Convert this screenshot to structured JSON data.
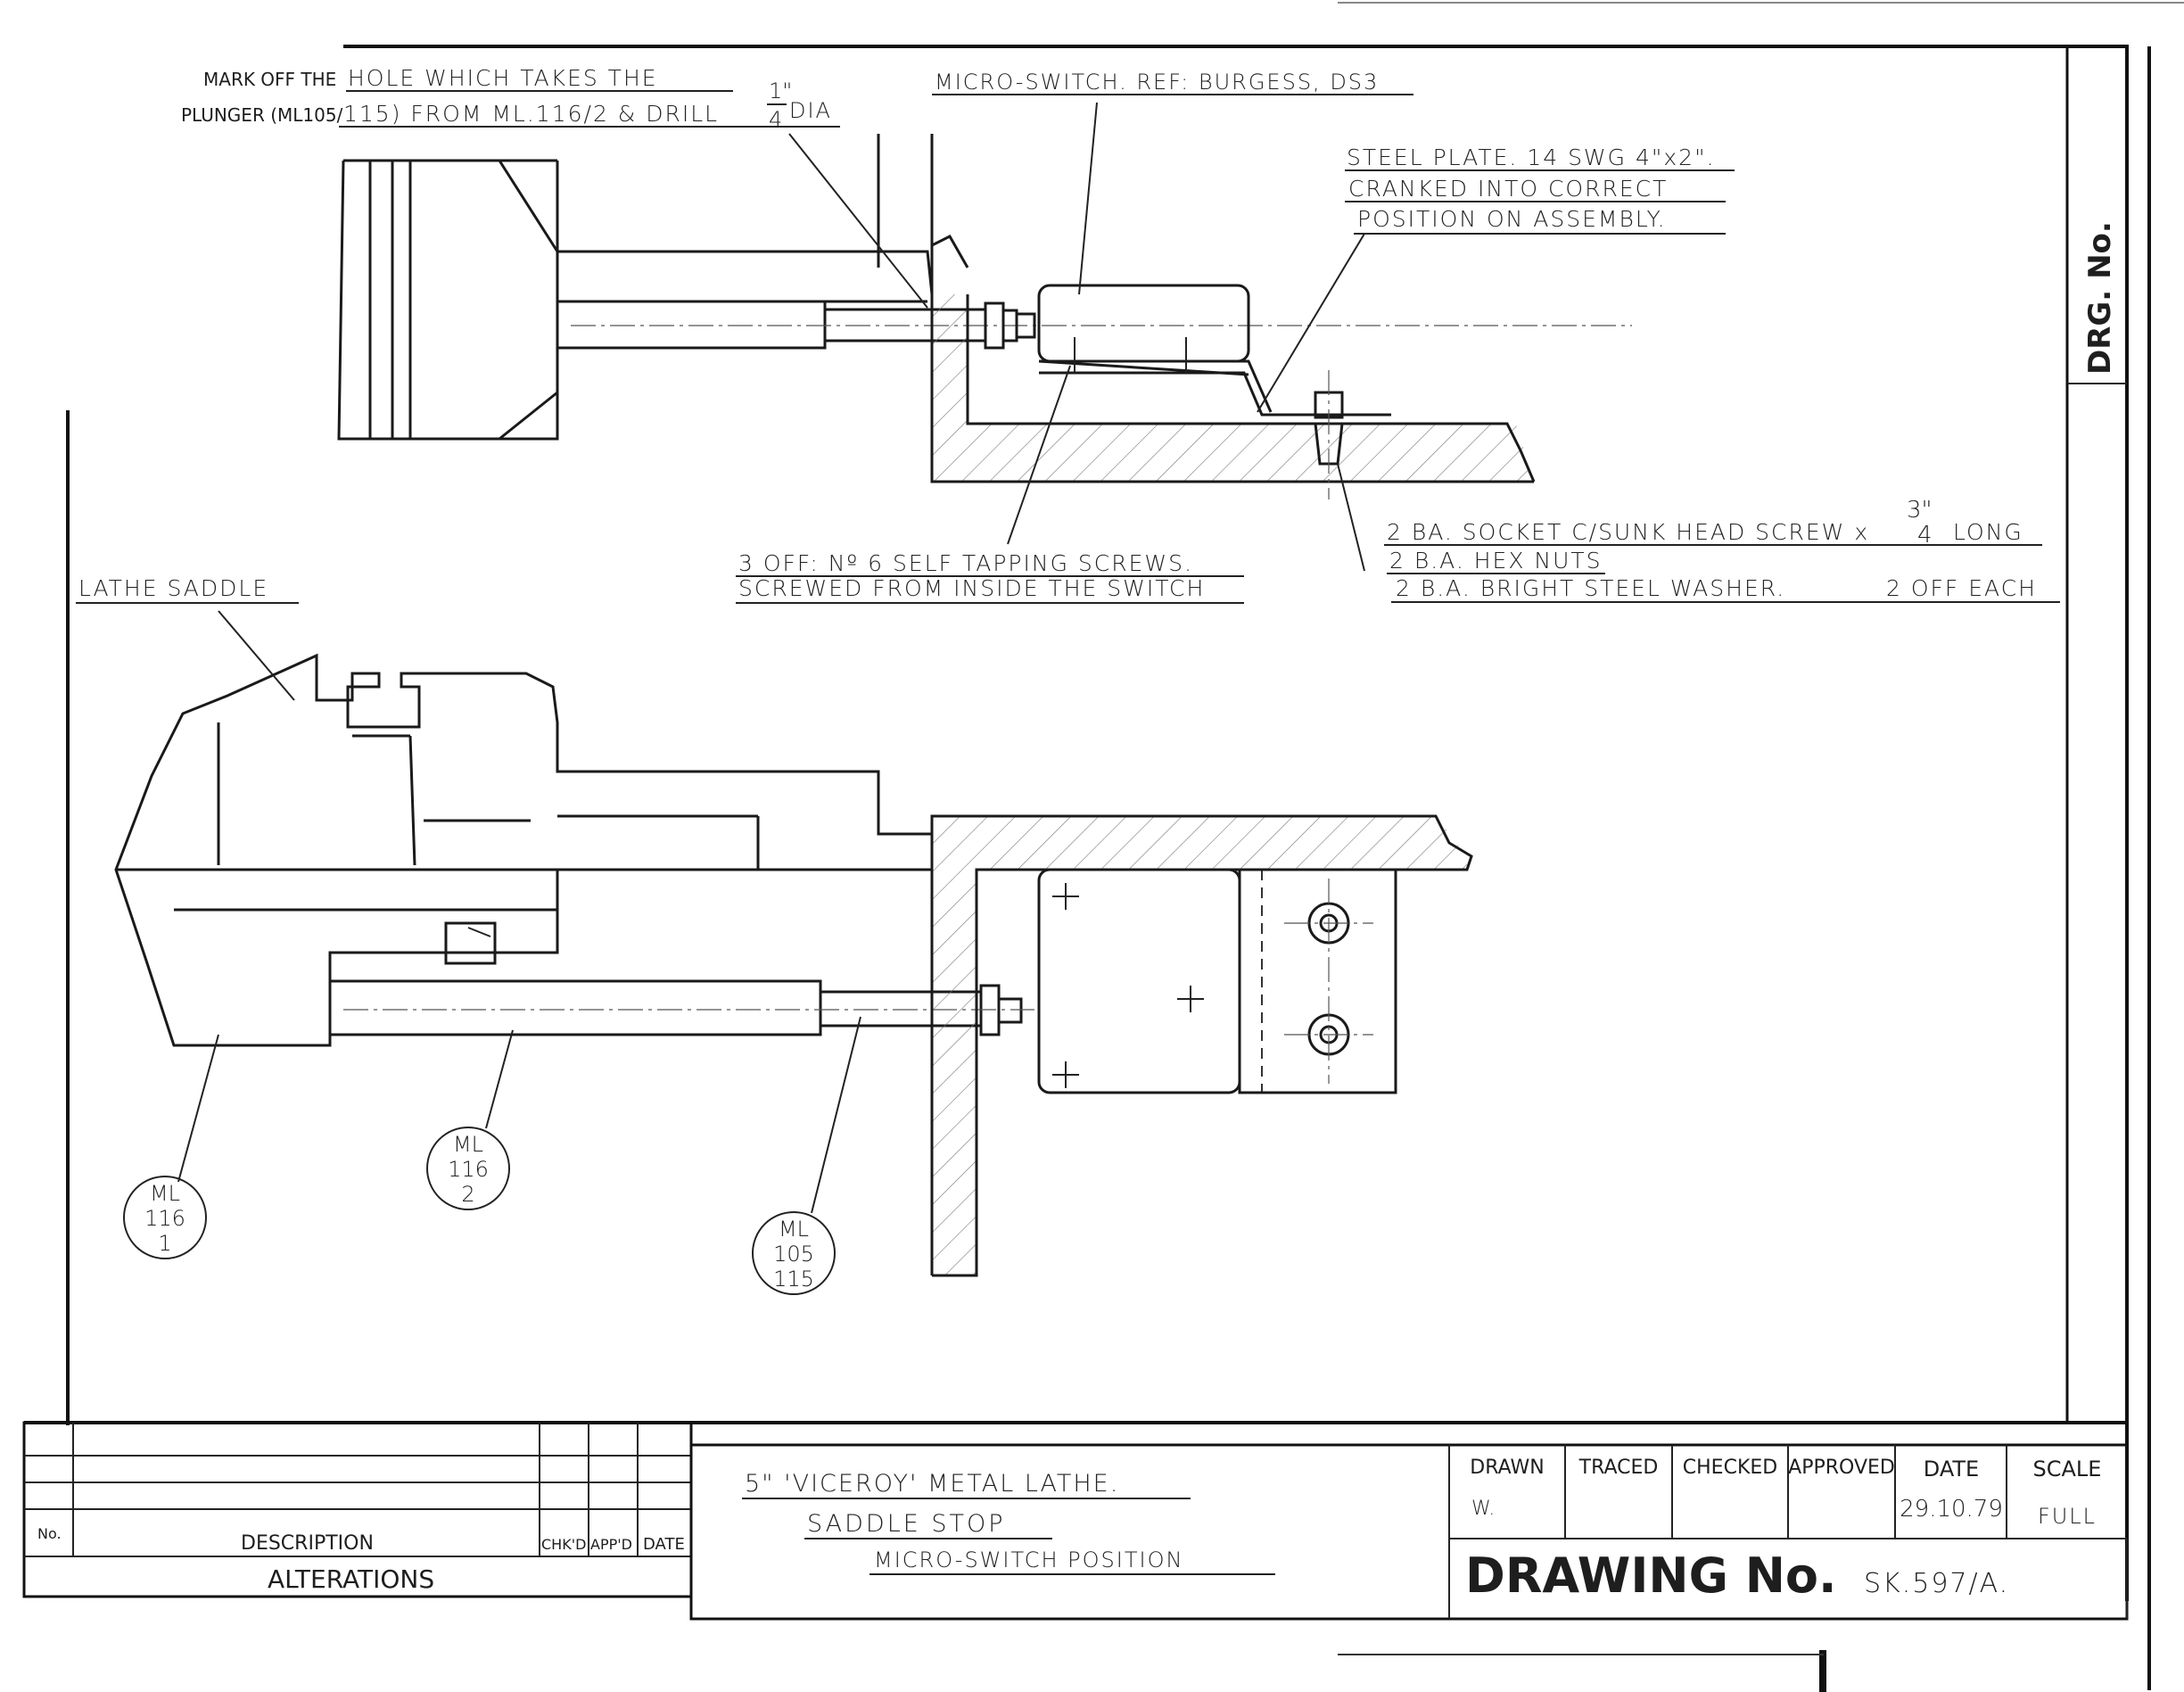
{
  "notes": {
    "hole_line1_prefix": "MARK OFF THE",
    "hole_line1_hand": "HOLE WHICH TAKES THE",
    "hole_line2_prefix": "PLUNGER (ML105/",
    "hole_line2_hand": "115) FROM ML.116/2 & DRILL",
    "hole_dia_num": "1\"",
    "hole_dia_den": "4",
    "hole_dia_unit": "DIA",
    "microswitch_ref": "MICRO-SWITCH. REF: BURGESS, DS3",
    "steel_plate_1": "STEEL PLATE. 14 SWG 4\"x2\".",
    "steel_plate_2": "CRANKED INTO CORRECT",
    "steel_plate_3": "POSITION ON ASSEMBLY.",
    "screws_1": "3 OFF: Nº 6 SELF TAPPING SCREWS.",
    "screws_2": "SCREWED FROM INSIDE THE SWITCH",
    "socket_1": "2 BA. SOCKET C/SUNK HEAD SCREW x",
    "socket_frac_num": "3\"",
    "socket_frac_den": "4",
    "socket_long": "LONG",
    "socket_2": "2 B.A. HEX NUTS",
    "socket_3": "2 B.A. BRIGHT STEEL WASHER.",
    "socket_each": "2 OFF EACH",
    "lathe_saddle": "LATHE SADDLE"
  },
  "balloons": [
    {
      "l1": "ML",
      "l2": "116",
      "l3": "1"
    },
    {
      "l1": "ML",
      "l2": "116",
      "l3": "2"
    },
    {
      "l1": "ML",
      "l2": "105",
      "l3": "115"
    }
  ],
  "side_label": "DRG. No.",
  "title_block": {
    "title_1": "5\" 'VICEROY' METAL LATHE.",
    "title_2": "SADDLE STOP",
    "title_3": "MICRO-SWITCH POSITION",
    "col_drawn": "DRAWN",
    "col_traced": "TRACED",
    "col_checked": "CHECKED",
    "col_approved": "APPROVED",
    "col_date": "DATE",
    "col_scale": "SCALE",
    "drawn_value": "W.",
    "date_value": "29.10.79",
    "scale_value": "FULL",
    "drawing_no_label": "DRAWING No.",
    "drawing_no_value": "SK.597/A."
  },
  "alterations": {
    "col_no": "No.",
    "col_description": "DESCRIPTION",
    "col_chkd": "CHK'D",
    "col_appd": "APP'D",
    "col_date": "DATE",
    "footer": "ALTERATIONS"
  }
}
